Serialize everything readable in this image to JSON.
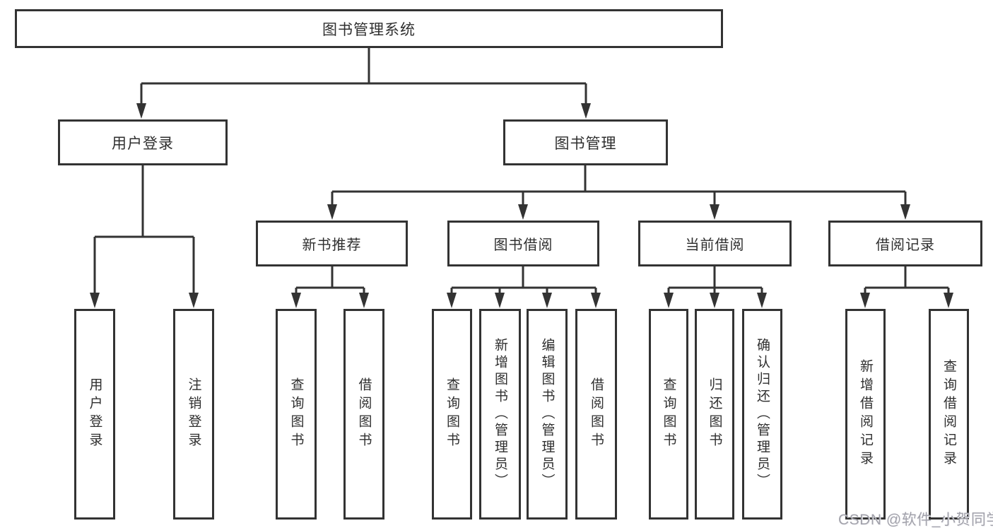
{
  "nodes": {
    "root": "图书管理系统",
    "user_login": "用户登录",
    "book_mgmt": "图书管理",
    "new_book_rec": "新书推荐",
    "book_borrowing": "图书借阅",
    "current_borrowing": "当前借阅",
    "borrowing_records": "借阅记录",
    "user_login_children": [
      "用户登录",
      "注销登录"
    ],
    "new_book_rec_children": [
      "查询图书",
      "借阅图书"
    ],
    "book_borrowing_children": [
      "查询图书",
      "新增图书（管理员）",
      "编辑图书（管理员）",
      "借阅图书"
    ],
    "current_borrowing_children": [
      "查询图书",
      "归还图书",
      "确认归还（管理员）"
    ],
    "borrowing_records_children": [
      "新增借阅记录",
      "查询借阅记录"
    ]
  },
  "watermark": "CSDN @软件_小贺同学",
  "colors": {
    "line": "#333333",
    "text": "#2f2f2f",
    "background": "#ffffff",
    "watermark": "#a2a2ab"
  }
}
